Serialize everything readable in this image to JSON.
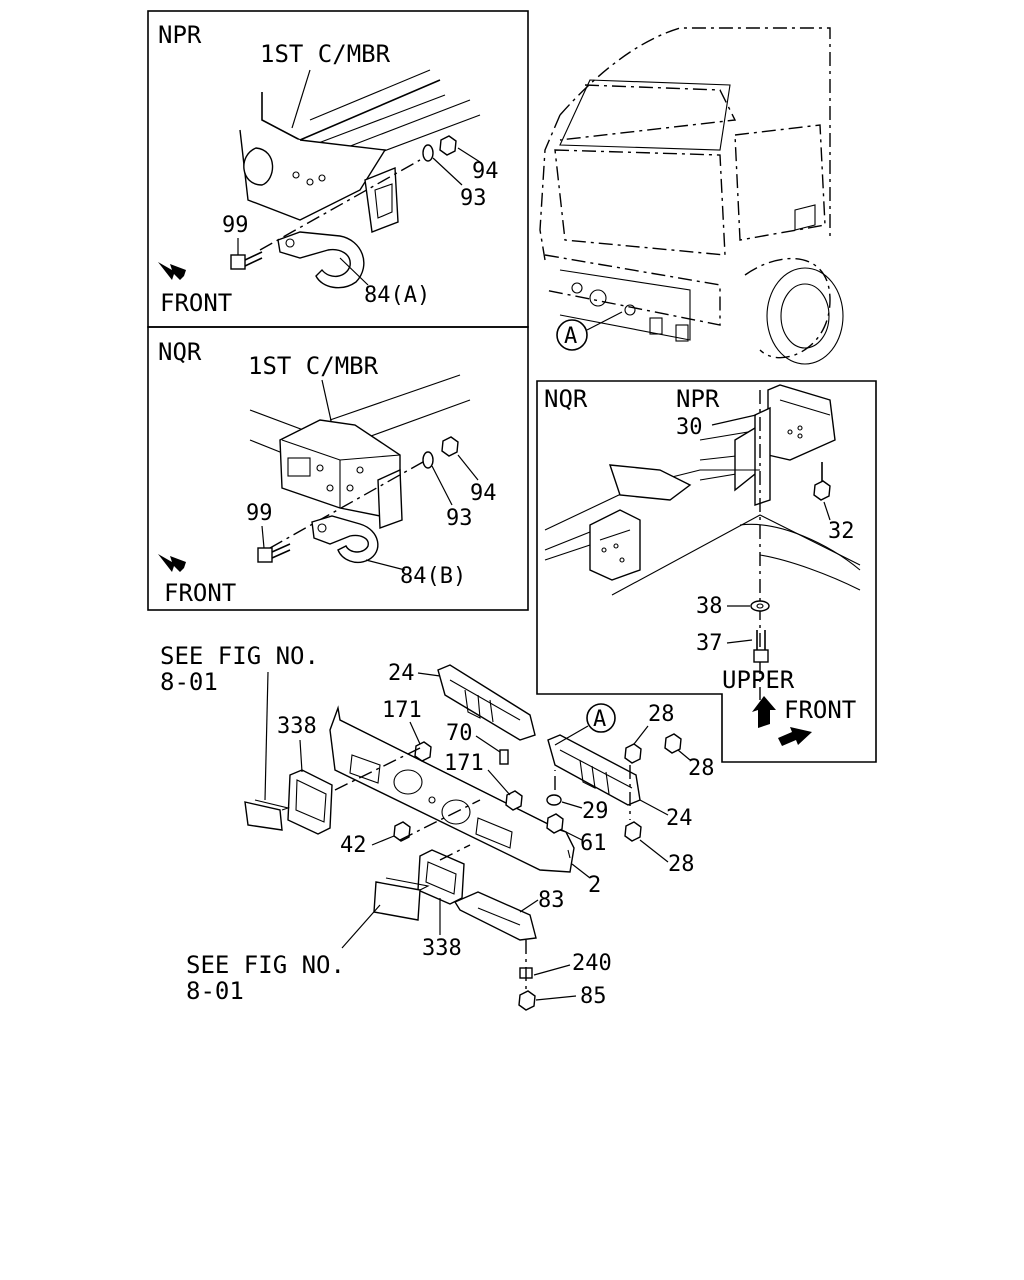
{
  "panels": {
    "npr_hook": {
      "model": "NPR",
      "member": "1ST C/MBR",
      "front": "FRONT",
      "callouts": {
        "p94": "94",
        "p93": "93",
        "p99": "99",
        "p84": "84(A)"
      }
    },
    "nqr_hook": {
      "model": "NQR",
      "member": "1ST C/MBR",
      "front": "FRONT",
      "callouts": {
        "p94": "94",
        "p93": "93",
        "p99": "99",
        "p84": "84(B)"
      }
    },
    "bracket": {
      "model_nqr": "NQR",
      "model_npr": "NPR",
      "upper": "UPPER",
      "front": "FRONT",
      "callouts": {
        "p30": "30",
        "p32": "32",
        "p38": "38",
        "p37": "37"
      }
    }
  },
  "truck": {
    "marker": "A"
  },
  "bumper": {
    "marker": "A",
    "see_fig_top": [
      "SEE FIG NO.",
      "8-01"
    ],
    "see_fig_bottom": [
      "SEE FIG NO.",
      "8-01"
    ],
    "callouts": {
      "p24a": "24",
      "p338a": "338",
      "p171a": "171",
      "p70": "70",
      "p171b": "171",
      "p28a": "28",
      "p28b": "28",
      "p29": "29",
      "p24b": "24",
      "p61": "61",
      "p28c": "28",
      "p42": "42",
      "p2": "2",
      "p83": "83",
      "p338b": "338",
      "p240": "240",
      "p85": "85"
    }
  }
}
